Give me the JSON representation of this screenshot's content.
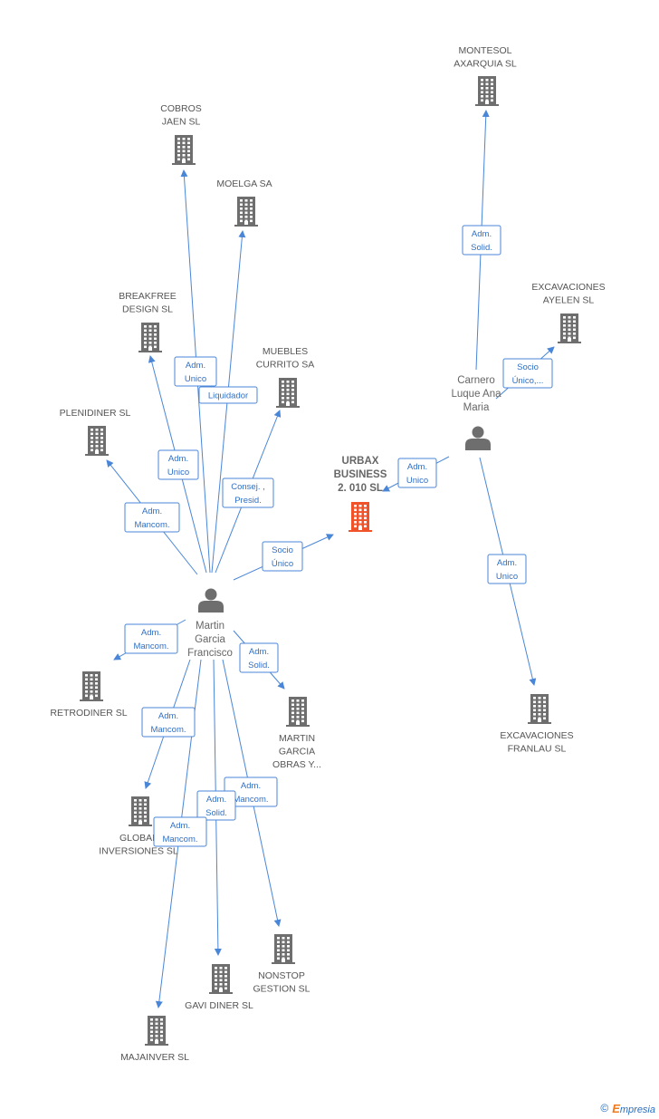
{
  "colors": {
    "edge": "#4a86d8",
    "building": "#6e6e6e",
    "focus": "#f0522a",
    "person": "#6e6e6e",
    "label": "#555555",
    "edge_text": "#2f6fc4"
  },
  "companies": [
    {
      "id": "urbax",
      "lines": [
        "URBAX",
        "BUSINESS",
        "2. 010 SL"
      ],
      "focus": true
    },
    {
      "id": "montesol",
      "lines": [
        "MONTESOL",
        "AXARQUIA SL"
      ]
    },
    {
      "id": "cobros",
      "lines": [
        "COBROS",
        "JAEN  SL"
      ]
    },
    {
      "id": "moelga",
      "lines": [
        "MOELGA SA"
      ]
    },
    {
      "id": "breakfree",
      "lines": [
        "BREAKFREE",
        "DESIGN  SL"
      ]
    },
    {
      "id": "muebles",
      "lines": [
        "MUEBLES",
        "CURRITO SA"
      ]
    },
    {
      "id": "excavaciones-ayelen",
      "lines": [
        "EXCAVACIONES",
        "AYELEN  SL"
      ]
    },
    {
      "id": "plenidiner",
      "lines": [
        "PLENIDINER SL"
      ]
    },
    {
      "id": "retrodiner",
      "lines": [
        "RETRODINER SL"
      ]
    },
    {
      "id": "martin-garcia-obras",
      "lines": [
        "MARTIN",
        "GARCIA",
        "OBRAS Y..."
      ]
    },
    {
      "id": "excavaciones-franlau",
      "lines": [
        "EXCAVACIONES",
        "FRANLAU  SL"
      ]
    },
    {
      "id": "global-inversiones",
      "lines": [
        "GLOBAL",
        "INVERSIONES SL"
      ]
    },
    {
      "id": "nonstop",
      "lines": [
        "NONSTOP",
        "GESTION SL"
      ]
    },
    {
      "id": "gavi-diner",
      "lines": [
        "GAVI DINER SL"
      ]
    },
    {
      "id": "majainver",
      "lines": [
        "MAJAINVER SL"
      ]
    }
  ],
  "persons": [
    {
      "id": "martin",
      "lines": [
        "Martin",
        "Garcia",
        "Francisco"
      ]
    },
    {
      "id": "carnero",
      "lines": [
        "Carnero",
        "Luque Ana",
        "Maria"
      ]
    }
  ],
  "edges": [
    {
      "from": "martin",
      "to": "cobros",
      "label": [
        "Adm.",
        "Unico"
      ]
    },
    {
      "from": "martin",
      "to": "moelga",
      "label": [
        "Liquidador"
      ]
    },
    {
      "from": "martin",
      "to": "breakfree",
      "label": [
        "Adm.",
        "Unico"
      ]
    },
    {
      "from": "martin",
      "to": "muebles",
      "label": [
        "Consej. ,",
        "Presid."
      ]
    },
    {
      "from": "martin",
      "to": "plenidiner",
      "label": [
        "Adm.",
        "Mancom."
      ]
    },
    {
      "from": "martin",
      "to": "urbax",
      "label": [
        "Socio",
        "Único"
      ]
    },
    {
      "from": "martin",
      "to": "retrodiner",
      "label": [
        "Adm.",
        "Mancom."
      ]
    },
    {
      "from": "martin",
      "to": "martin-garcia-obras",
      "label": [
        "Adm.",
        "Solid."
      ]
    },
    {
      "from": "martin",
      "to": "global-inversiones",
      "label": [
        "Adm.",
        "Mancom."
      ]
    },
    {
      "from": "martin",
      "to": "nonstop",
      "label": [
        "Adm.",
        "Mancom."
      ]
    },
    {
      "from": "martin",
      "to": "gavi-diner",
      "label": [
        "Adm.",
        "Solid."
      ]
    },
    {
      "from": "martin",
      "to": "majainver",
      "label": [
        "Adm.",
        "Mancom."
      ]
    },
    {
      "from": "carnero",
      "to": "montesol",
      "label": [
        "Adm.",
        "Solid."
      ]
    },
    {
      "from": "carnero",
      "to": "excavaciones-ayelen",
      "label": [
        "Socio",
        "Único,..."
      ]
    },
    {
      "from": "carnero",
      "to": "urbax",
      "label": [
        "Adm.",
        "Unico"
      ]
    },
    {
      "from": "carnero",
      "to": "excavaciones-franlau",
      "label": [
        "Adm.",
        "Unico"
      ]
    }
  ],
  "footer": {
    "copyright": "©",
    "brand_initial": "E",
    "brand_rest": "mpresia"
  }
}
